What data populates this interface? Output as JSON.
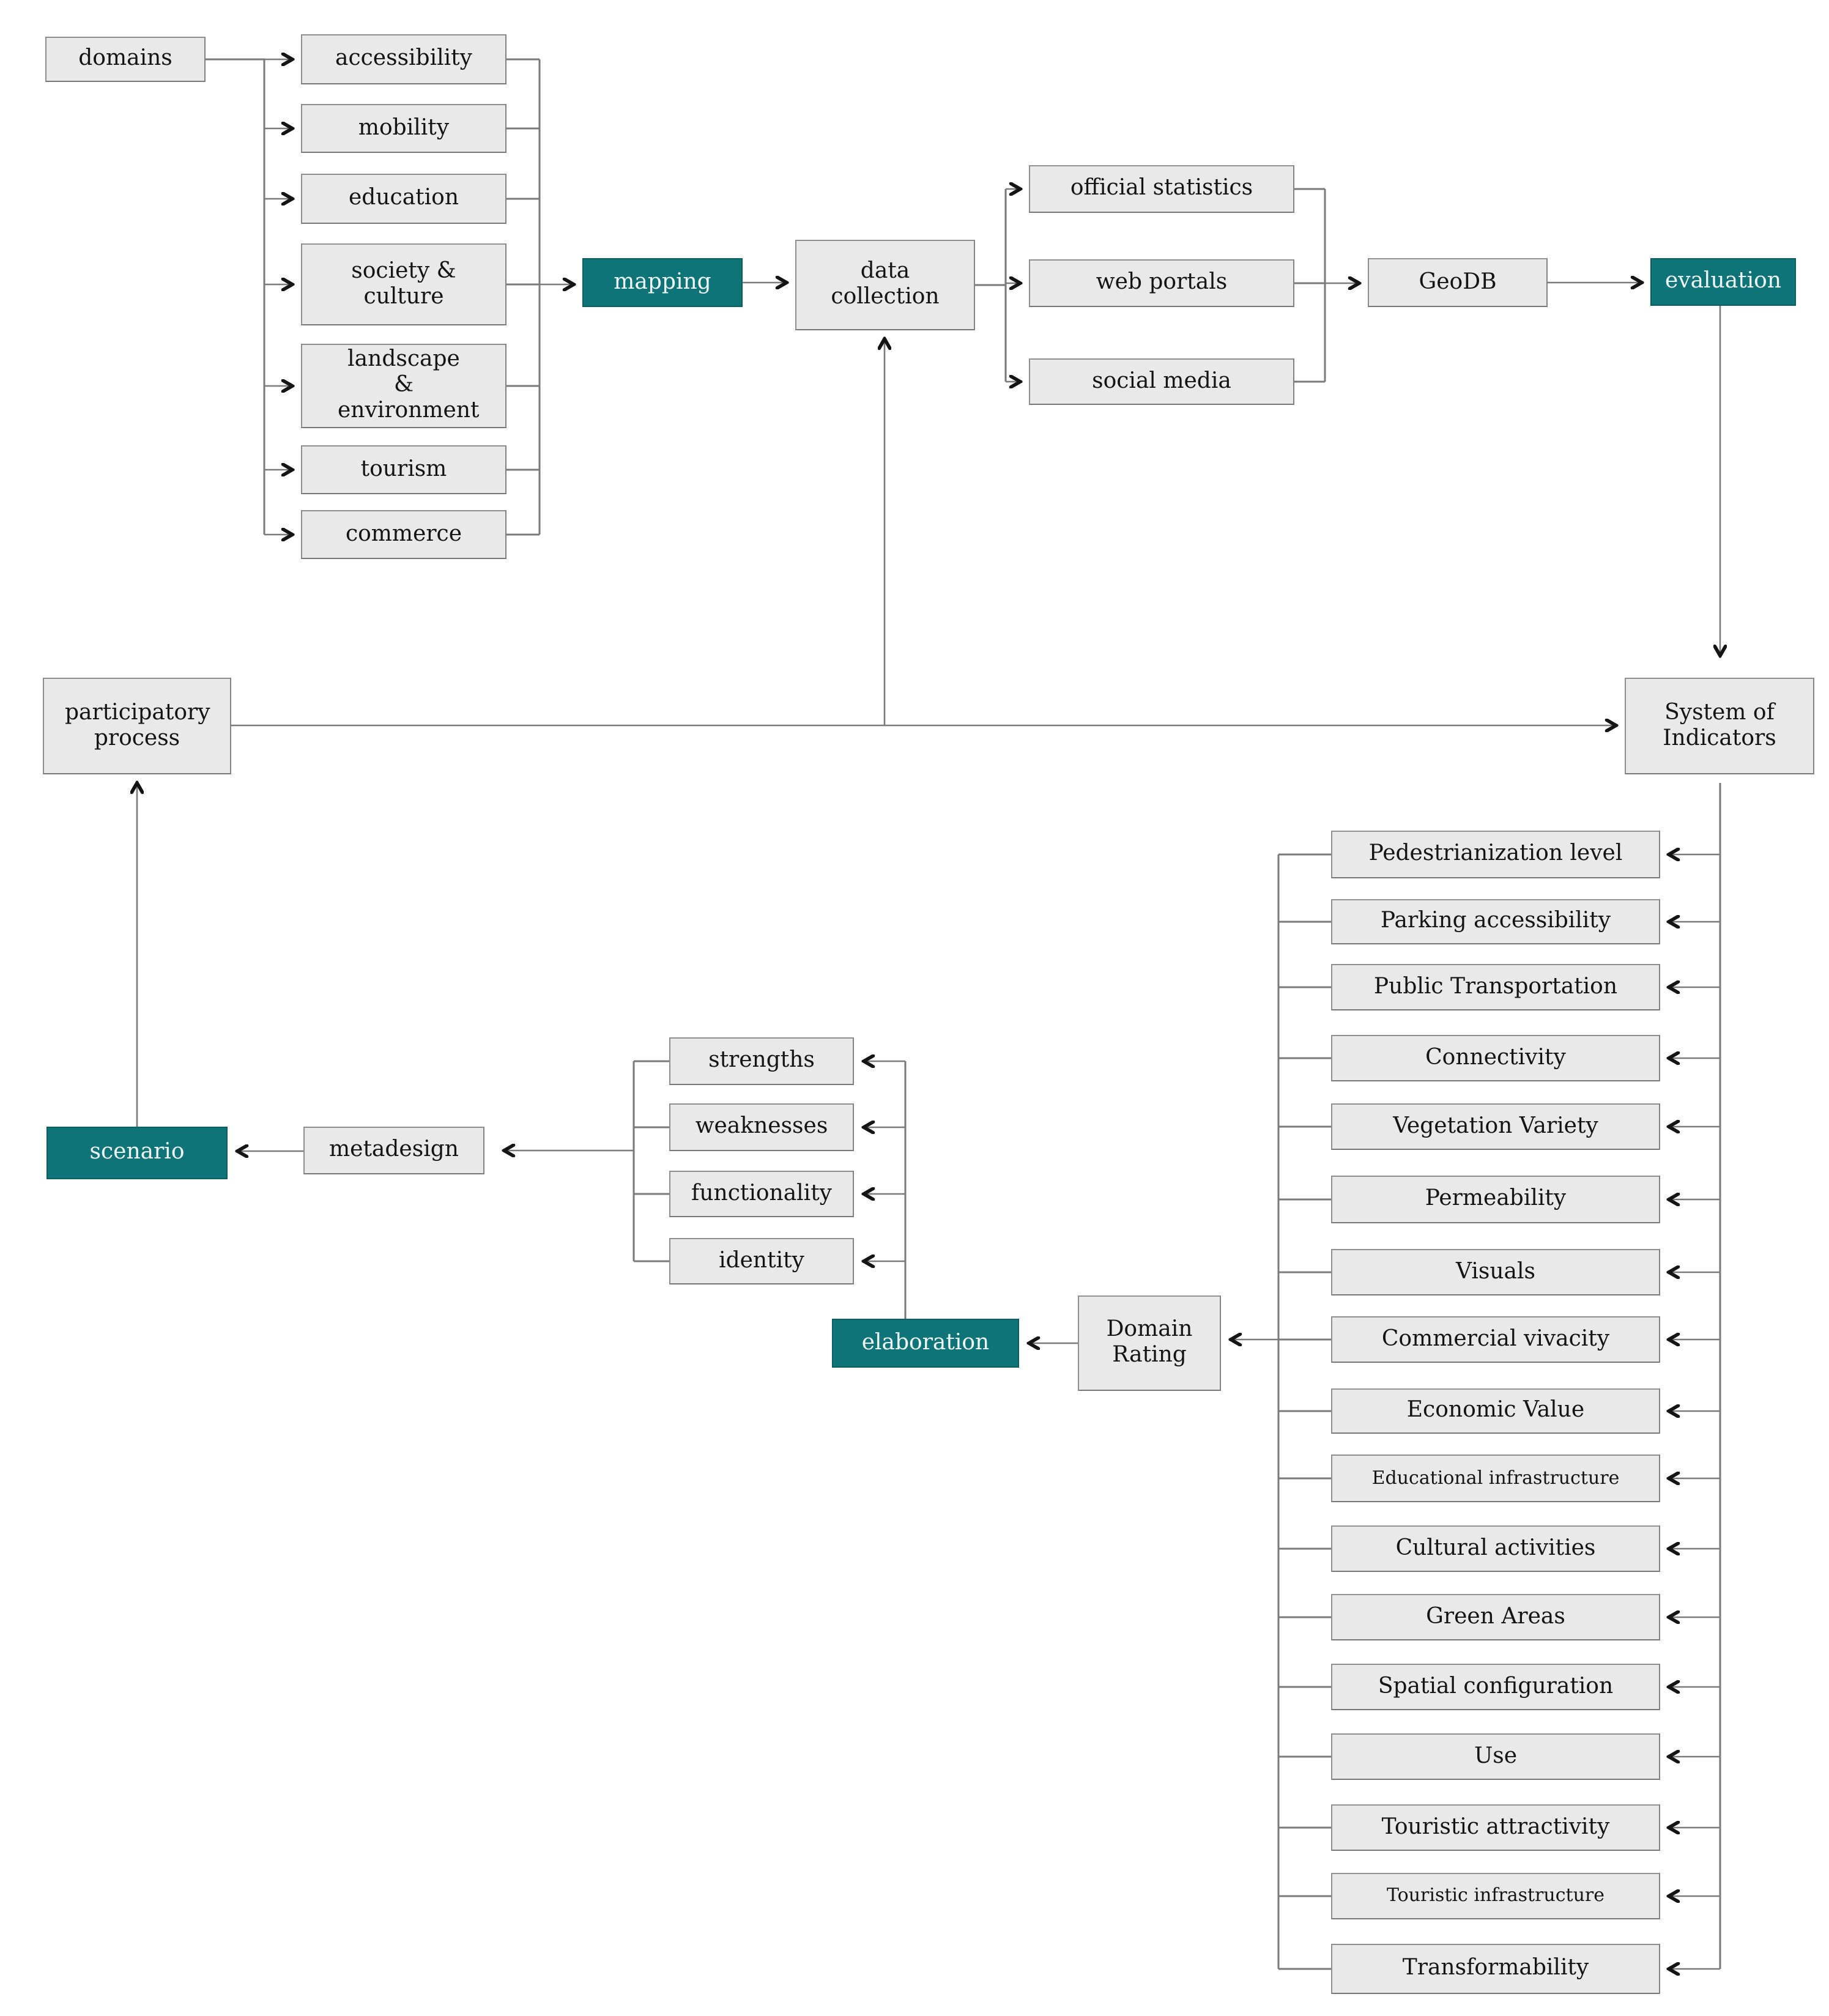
{
  "figure": {
    "description": "Methodology flowchart: domain mapping, data collection, GeoDB evaluation, system of indicators, domain rating, elaboration and participatory metadesign scenario loop"
  },
  "palette": {
    "teal": "#0e7477",
    "teal_text": "#f0fafa",
    "box_fill": "#e9e9e9",
    "box_border": "#8f8f8f",
    "line": "#7a7a7a",
    "arrow": "#141414",
    "text": "#141414",
    "bg": "#ffffff"
  },
  "nodes": {
    "domains": "domains",
    "domain_items": [
      "accessibility",
      "mobility",
      "education",
      "society & culture",
      "landscape & environment",
      "tourism",
      "commerce"
    ],
    "mapping": "mapping",
    "data_collection": "data collection",
    "sources": [
      "official statistics",
      "web portals",
      "social media"
    ],
    "geodb": "GeoDB",
    "evaluation": "evaluation",
    "participatory_process": "participatory process",
    "system_of_indicators": "System of Indicators",
    "indicators": [
      "Pedestrianization level",
      "Parking accessibility",
      "Public Transportation",
      "Connectivity",
      "Vegetation Variety",
      "Permeability",
      "Visuals",
      "Commercial vivacity",
      "Economic Value",
      "Educational infrastructure",
      "Cultural activities",
      "Green Areas",
      "Spatial configuration",
      "Use",
      "Touristic attractivity",
      "Touristic infrastructure",
      "Transformability"
    ],
    "swot": [
      "strengths",
      "weaknesses",
      "functionality",
      "identity"
    ],
    "elaboration": "elaboration",
    "domain_rating": "Domain Rating",
    "metadesign": "metadesign",
    "scenario": "scenario"
  }
}
